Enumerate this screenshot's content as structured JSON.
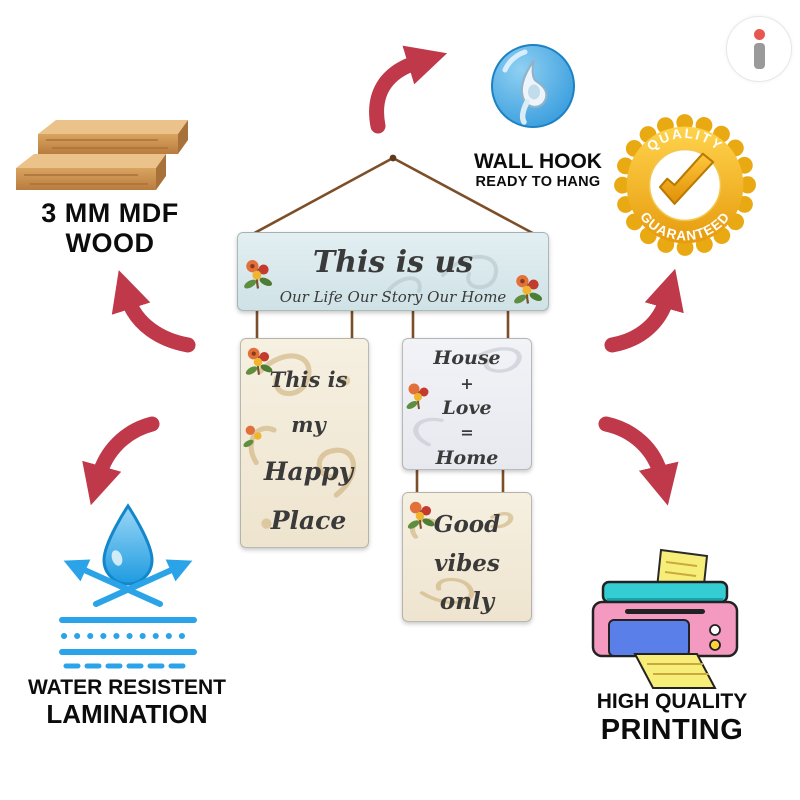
{
  "brand": {
    "watermark_letter": "i"
  },
  "colors": {
    "arrow_red": "#c0394a",
    "hook_blue": "#2f9fe0",
    "badge_gold": "#f2b01e",
    "water_blue": "#2ba3e8",
    "string_brown": "#7d4f28",
    "printer_pink": "#f49ac1",
    "printer_teal": "#35cdd4"
  },
  "icons": [
    "mdf-planks-icon",
    "wall-hook-icon",
    "quality-badge-icon",
    "water-droplet-icon",
    "printer-icon",
    "curved-arrow-icon",
    "brand-watermark-icon"
  ],
  "features": {
    "mdf": {
      "line1": "3 MM MDF",
      "line2": "WOOD"
    },
    "wall_hook": {
      "line1": "WALL HOOK",
      "line2": "READY TO HANG"
    },
    "quality_badge": {
      "top": "QUALITY",
      "bottom": "GUARANTEED"
    },
    "lamination": {
      "line1": "WATER RESISTENT",
      "line2": "LAMINATION"
    },
    "printing": {
      "line1": "HIGH QUALITY",
      "line2": "PRINTING"
    }
  },
  "product": {
    "header_panel": {
      "title": "This is us",
      "subtitle": "Our Life Our Story Our Home"
    },
    "left_panel": {
      "lines": [
        "This is",
        "my",
        "Happy",
        "Place"
      ]
    },
    "right_panel": {
      "lines": [
        "House",
        "+",
        "Love",
        "=",
        "Home"
      ]
    },
    "bottom_panel": {
      "lines": [
        "Good",
        "vibes",
        "only"
      ]
    }
  }
}
